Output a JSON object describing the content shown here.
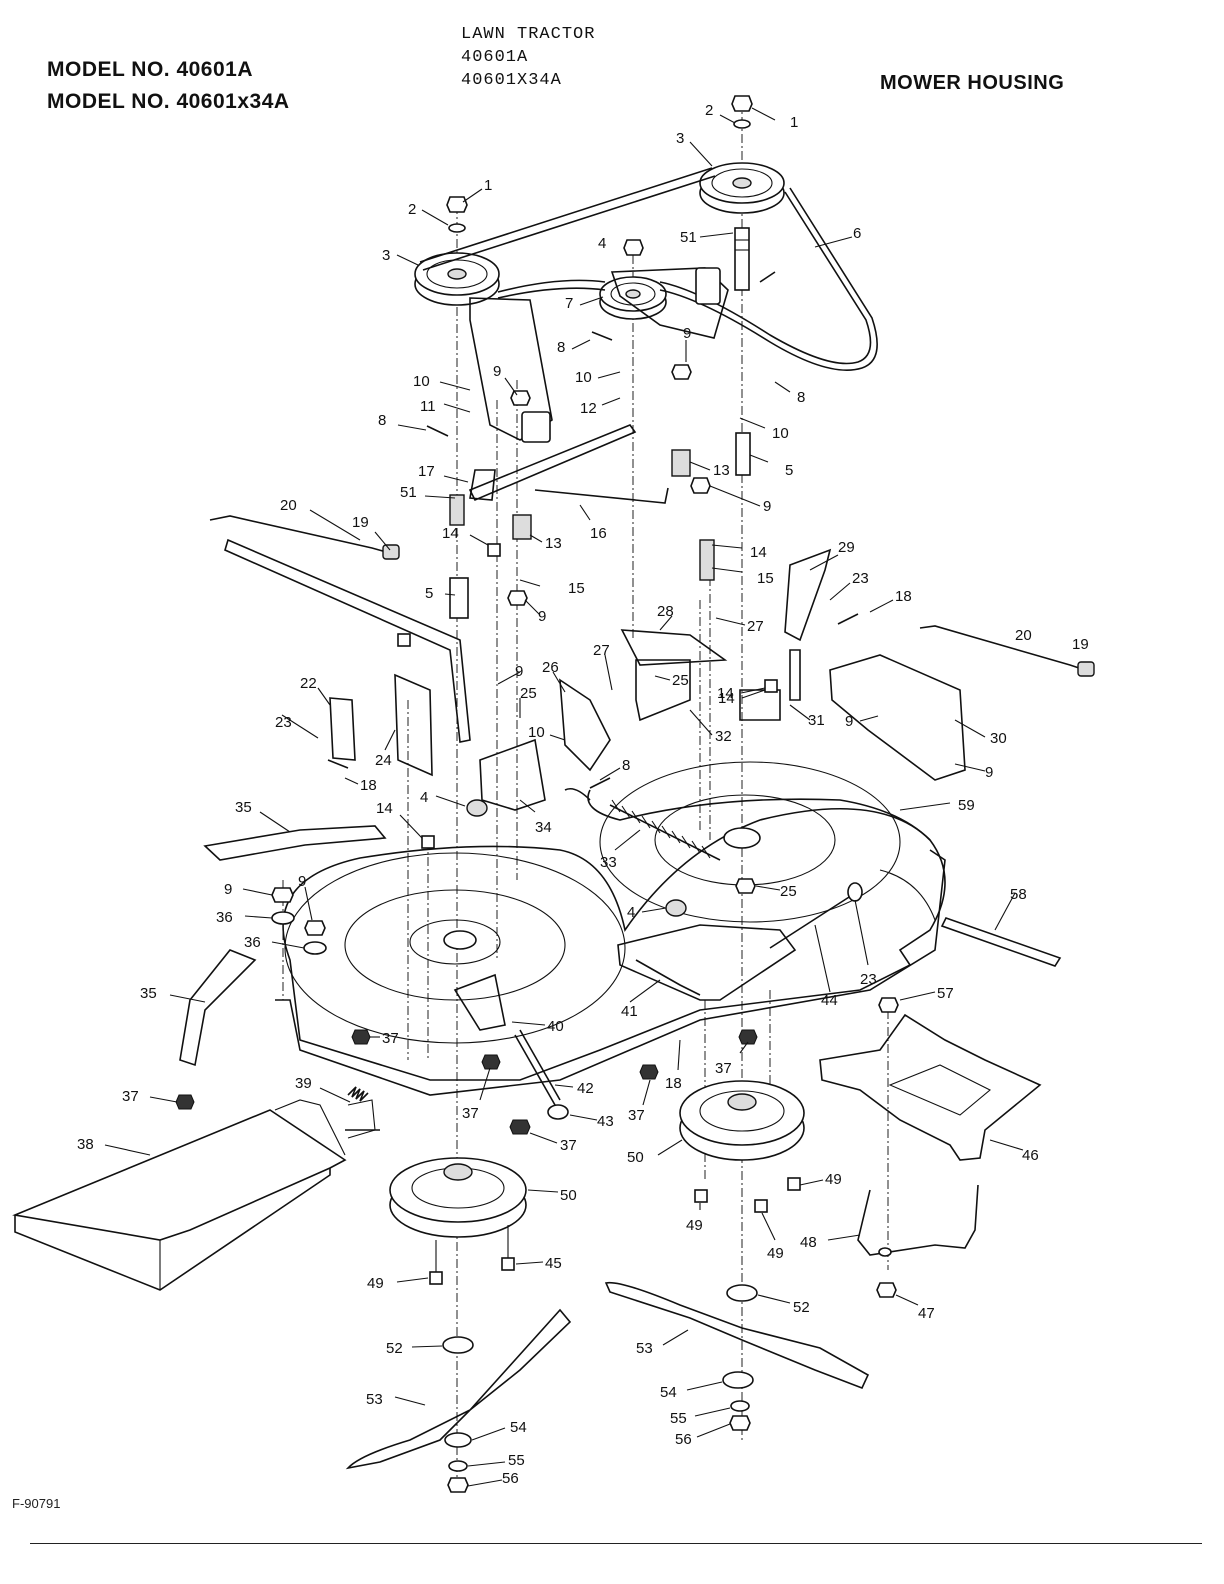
{
  "header": {
    "model_line_1": "MODEL NO. 40601A",
    "model_line_2": "MODEL  NO. 40601x34A",
    "product_line": "LAWN TRACTOR",
    "model_code_1": "40601A",
    "model_code_2": "40601X34A",
    "section_title": "MOWER HOUSING"
  },
  "figure_id": "F-90791",
  "callouts": [
    "1",
    "2",
    "3",
    "1",
    "2",
    "3",
    "4",
    "51",
    "6",
    "7",
    "8",
    "9",
    "10",
    "10",
    "12",
    "8",
    "10",
    "5",
    "9",
    "11",
    "8",
    "17",
    "13",
    "13",
    "16",
    "9",
    "51",
    "20",
    "19",
    "14",
    "5",
    "15",
    "14",
    "15",
    "9",
    "29",
    "23",
    "18",
    "20",
    "19",
    "28",
    "27",
    "14",
    "9",
    "22",
    "27",
    "26",
    "25",
    "25",
    "14",
    "31",
    "30",
    "9",
    "9",
    "23",
    "24",
    "10",
    "32",
    "8",
    "18",
    "35",
    "4",
    "34",
    "14",
    "33",
    "59",
    "58",
    "9",
    "36",
    "9",
    "36",
    "25",
    "4",
    "23",
    "35",
    "41",
    "44",
    "57",
    "40",
    "37",
    "37",
    "18",
    "37",
    "39",
    "37",
    "42",
    "43",
    "37",
    "38",
    "37",
    "46",
    "50",
    "50",
    "49",
    "49",
    "49",
    "48",
    "45",
    "49",
    "47",
    "52",
    "53",
    "52",
    "53",
    "54",
    "54",
    "55",
    "56",
    "55",
    "56"
  ],
  "colors": {
    "ink": "#111111",
    "paper": "#ffffff"
  }
}
